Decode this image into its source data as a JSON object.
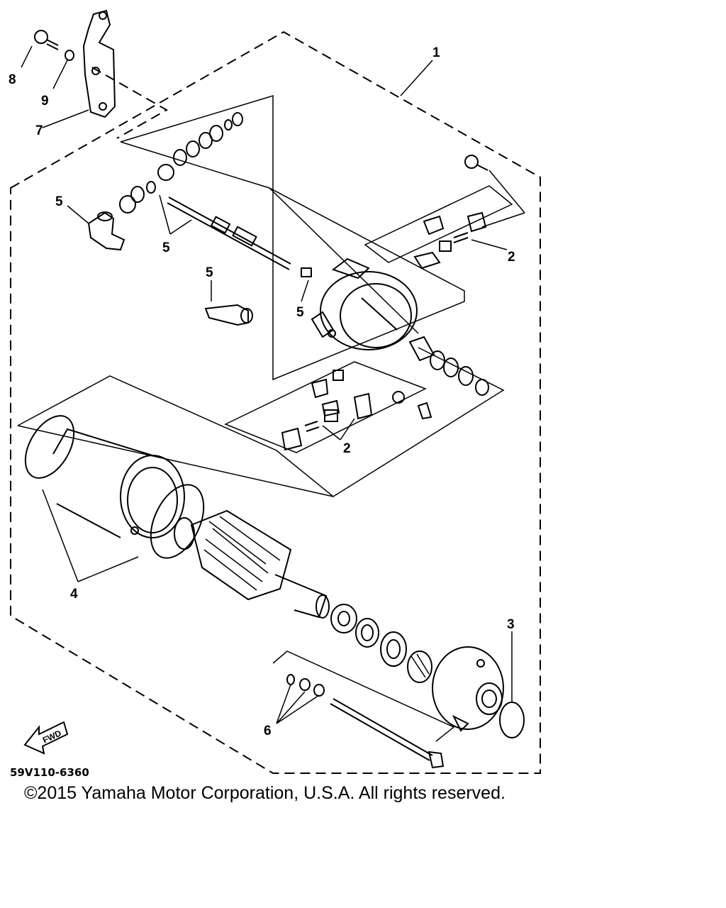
{
  "diagram": {
    "callouts": {
      "c1": "1",
      "c2a": "2",
      "c2b": "2",
      "c3": "3",
      "c4": "4",
      "c5a": "5",
      "c5b": "5",
      "c5c": "5",
      "c5d": "5",
      "c6": "6",
      "c7": "7",
      "c8": "8",
      "c9": "9"
    },
    "ref_code": "59V110-6360",
    "fwd_arrow_label": "FWD"
  },
  "footer": {
    "copyright": "©2015 Yamaha Motor Corporation, U.S.A. All rights reserved."
  }
}
